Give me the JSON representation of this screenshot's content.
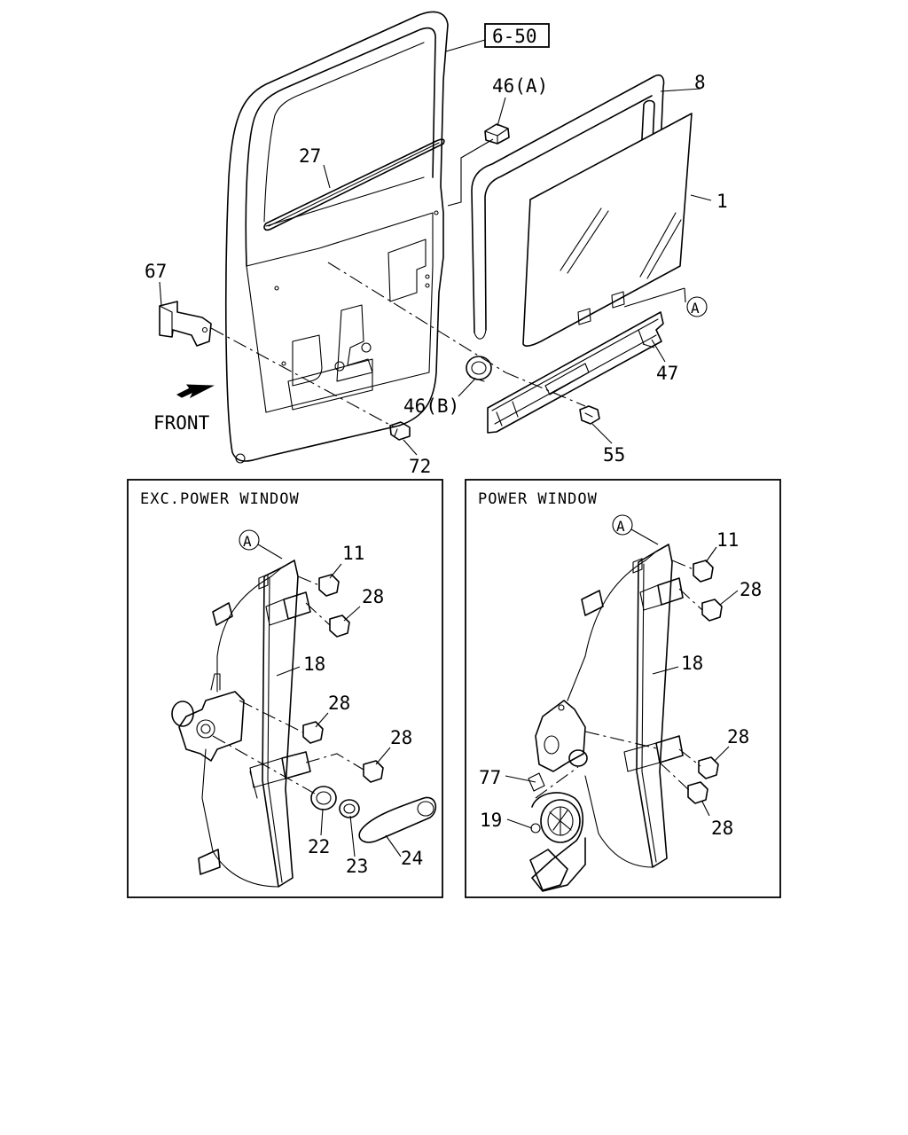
{
  "reference": {
    "text": "6-50"
  },
  "labels": {
    "l1": "1",
    "l8": "8",
    "l27": "27",
    "l46a": "46(A)",
    "l46b": "46(B)",
    "l47": "47",
    "l55": "55",
    "l67": "67",
    "l72": "72",
    "circleA_main": "A",
    "front": "FRONT"
  },
  "panels": {
    "manual": {
      "title": "EXC.POWER WINDOW",
      "circle": "A",
      "l11": "11",
      "l28a": "28",
      "l18": "18",
      "l28b": "28",
      "l28c": "28",
      "l22": "22",
      "l23": "23",
      "l24": "24"
    },
    "power": {
      "title": "POWER WINDOW",
      "circle": "A",
      "l11": "11",
      "l28a": "28",
      "l18": "18",
      "l28b": "28",
      "l28c": "28",
      "l77": "77",
      "l19": "19"
    }
  }
}
